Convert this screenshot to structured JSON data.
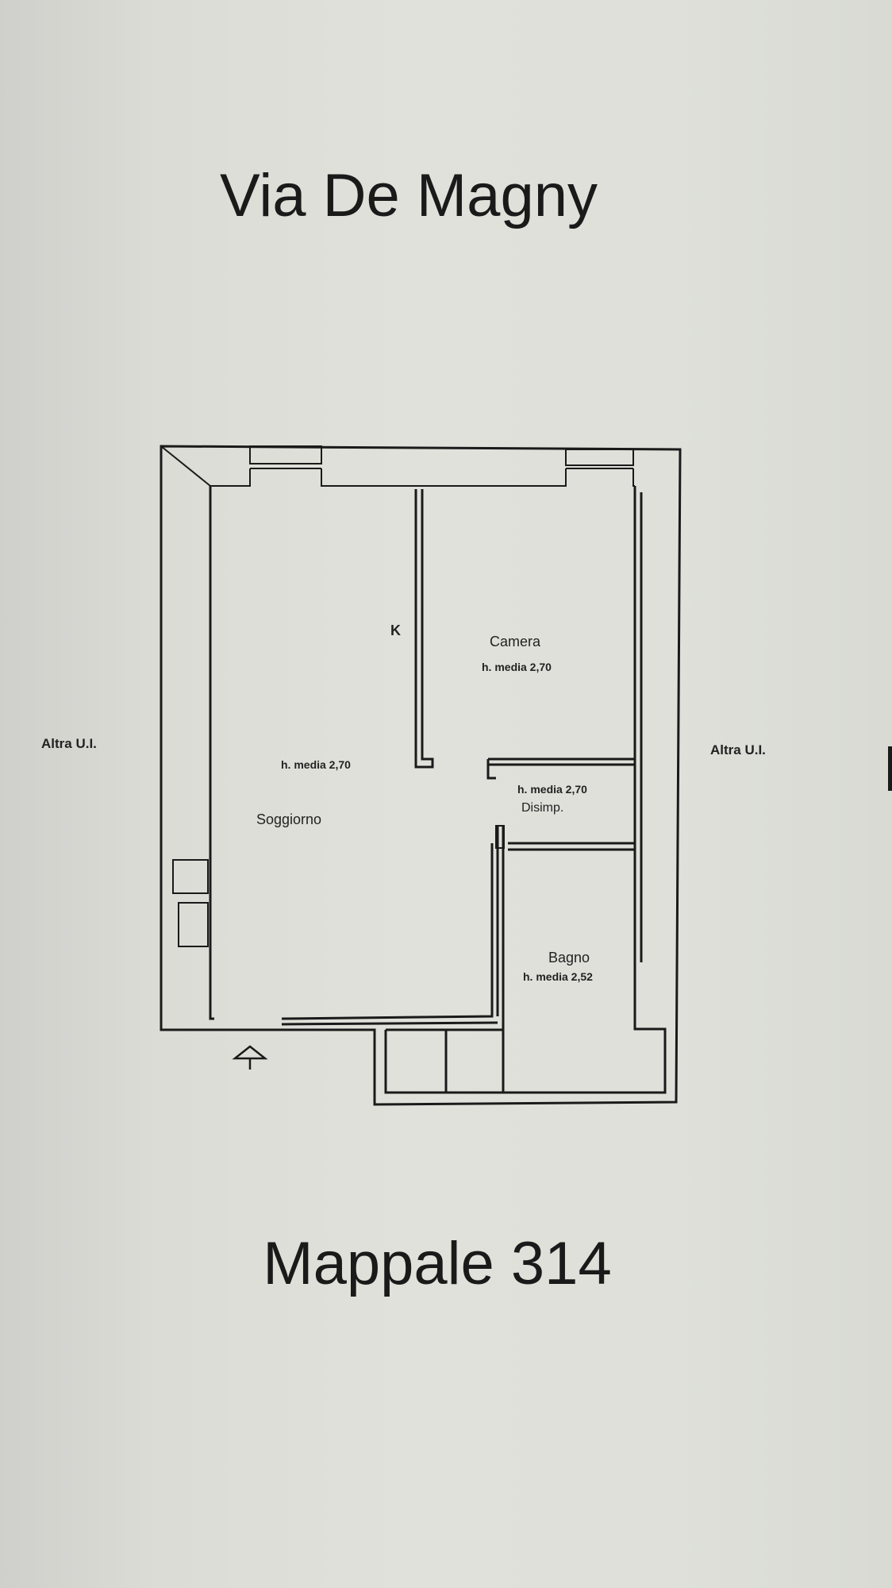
{
  "street_title": "Via De Magny",
  "parcel_title": "Mappale 314",
  "neighbors": {
    "left": "Altra U.I.",
    "right": "Altra U.I."
  },
  "kitchen_marker": "K",
  "rooms": {
    "soggiorno": {
      "name": "Soggiorno",
      "height_note": "h. media 2,70"
    },
    "camera": {
      "name": "Camera",
      "height_note": "h. media 2,70"
    },
    "disimpegno": {
      "name": "Disimp.",
      "height_note": "h. media 2,70"
    },
    "bagno": {
      "name": "Bagno",
      "height_note": "h. media 2,52"
    }
  }
}
